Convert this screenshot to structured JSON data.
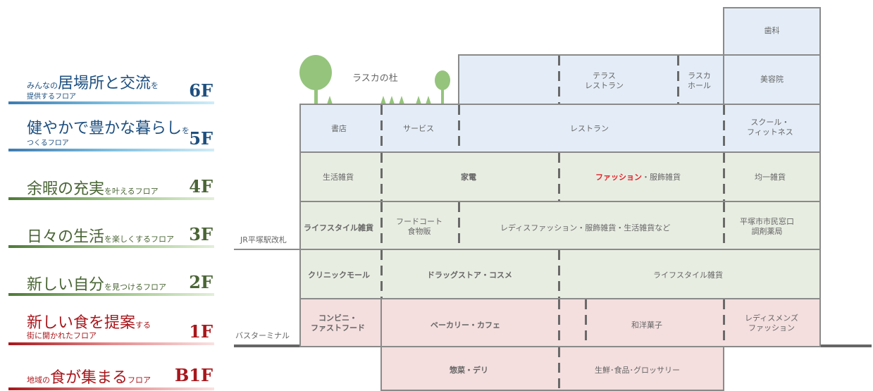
{
  "legend": {
    "f6": {
      "main_a": "みんなの",
      "main_b": "居場所と交流",
      "main_c": "を",
      "sub": "提供するフロア",
      "num": "6F"
    },
    "f5": {
      "main_a": "健やかで豊かな暮らし",
      "main_b": "を",
      "sub": "つくるフロア",
      "num": "5F"
    },
    "f4": {
      "main_a": "余暇の充実",
      "main_b": "を叶えるフロア",
      "num": "4F"
    },
    "f3": {
      "main_a": "日々の生活",
      "main_b": "を楽しくするフロア",
      "num": "3F"
    },
    "f2": {
      "main_a": "新しい自分",
      "main_b": "を見つけるフロア",
      "num": "2F"
    },
    "f1": {
      "main_a": "新しい食を提案",
      "main_b": "する",
      "sub": "街に開かれたフロア",
      "num": "1F"
    },
    "b1": {
      "main_a": "地域の",
      "main_b": "食が集まる",
      "main_c": "フロア",
      "num": "B1F"
    }
  },
  "side_labels": {
    "jr": "JR平塚駅改札",
    "bus": "バスターミナル"
  },
  "floors": {
    "roof": {
      "dental": "歯科",
      "forest": "ラスカの杜",
      "terrace": "テラス\nレストラン",
      "hall": "ラスカ\nホール",
      "beauty": "美容院"
    },
    "f5": {
      "books": "書店",
      "service": "サービス",
      "restaurant": "レストラン",
      "school": "スクール・\nフィットネス"
    },
    "f4": {
      "living": "生活雑貨",
      "appliance": "家電",
      "fashion": "ファッション",
      "fashion_rest": "・服飾雑貨",
      "uniform": "均一雑貨"
    },
    "f3": {
      "lifestyle": "ライフスタイル雑貨",
      "foodcourt": "フードコート\n食物販",
      "ladies": "レディスファッション・服飾雑貨・生活雑貨など",
      "city": "平塚市市民窓口\n調剤薬局"
    },
    "f2": {
      "clinic": "クリニックモール",
      "drug": "ドラッグストア・コスメ",
      "lifestyle": "ライフスタイル雑貨"
    },
    "f1": {
      "convenience": "コンビニ・\nファストフード",
      "bakery": "ベーカリー・カフェ",
      "sweets": "和洋菓子",
      "fashion": "レディスメンズ\nファッション"
    },
    "b1": {
      "deli": "惣菜・デリ",
      "grocery": "生鮮･食品･グロッサリー"
    }
  },
  "colors": {
    "blue_floor": "#e4edf7",
    "green_floor": "#e8ede2",
    "pink_floor": "#f4dede",
    "highlight_red": "#e0252a",
    "legend_blue": "#1d4f7f",
    "legend_green": "#4a6535",
    "legend_red": "#a8161b"
  }
}
